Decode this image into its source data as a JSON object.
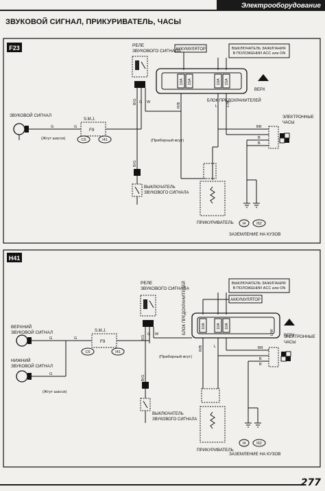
{
  "header": {
    "section_tab": "Электрооборудование",
    "title": "ЗВУКОВОЙ СИГНАЛ, ПРИКУРИВАТЕЛЬ, ЧАСЫ",
    "page_number": "277"
  },
  "diagram_f23": {
    "model_badge": "F23",
    "relay_label": "РЕЛЕ\nЗВУКОВОГО СИГНАЛА",
    "battery_label": "АККУМУЛЯТОР",
    "ignition_label": "ВЫКЛЮЧАТЕЛЬ ЗАЖИГАНИЯ\nВ ПОЛОЖЕНИИ ACC или ON",
    "fuse_box_label": "БЛОК ПРЕДОХРАНИТЕЛЕЙ",
    "fuse_labels": [
      "10A",
      "15A",
      "10A",
      "15A"
    ],
    "up_label": "ВЕРХ",
    "horn_label": "ЗВУКОВОЙ СИГНАЛ",
    "chassis_harness": "(Жгут шасси)",
    "smj_label": "S.M.J.",
    "fuse_f9": "F9",
    "connector_c6": "C6",
    "connector_i41": "I41",
    "dash_harness": "(Приборный жгут)",
    "horn_switch_label": "ВЫКЛЮЧАТЕЛЬ\nЗВУКОВОГО СИГНАЛА",
    "lighter_label": "ПРИКУРИВАТЕЛЬ",
    "clock_label": "ЭЛЕКТРОННЫЕ\nЧАСЫ",
    "ground_label": "ЗАЗЕМЛЕНИЕ НА КУЗОВ",
    "connector_i4": "I4",
    "connector_i62": "I62",
    "wire_codes": {
      "relay_side": [
        "B/G",
        "G",
        "W"
      ],
      "fuse_bottom": [
        "R/B",
        "L",
        "L/W"
      ],
      "clock_side": [
        "BR",
        "B",
        "B"
      ],
      "horn_line": [
        "G",
        "G"
      ],
      "switch_line": [
        "B/G",
        "B"
      ],
      "lighter_line": [
        "R/B",
        "L"
      ]
    }
  },
  "diagram_h41": {
    "model_badge": "H41",
    "relay_label": "РЕЛЕ\nЗВУКОВОГО СИГНАЛА",
    "ignition_label": "ВЫКЛЮЧАТЕЛЬ ЗАЖИГАНИЯ\nВ ПОЛОЖЕНИИ ACC или ON",
    "battery_label": "АККУМУЛЯТОР",
    "fuse_box_label": "БЛОК ПРЕДОХРАНИТЕЛЕЙ",
    "fuse_labels": [
      "10A",
      "10A",
      "10A"
    ],
    "up_label": "ВЕРХ",
    "upper_horn_label": "ВЕРХНИЙ\nЗВУКОВОЙ СИГНАЛ",
    "lower_horn_label": "НИЖНИЙ\nЗВУКОВОЙ СИГНАЛ",
    "chassis_harness": "(Жгут шасси)",
    "smj_label": "S.M.J.",
    "fuse_f9": "F9",
    "connector_c6": "C6",
    "connector_i41": "I41",
    "dash_harness": "(Приборный жгут)",
    "horn_switch_label": "ВЫКЛЮЧАТЕЛЬ\nЗВУКОВОГО СИГНАЛА",
    "lighter_label": "ПРИКУРИВАТЕЛЬ",
    "clock_label": "ЭЛЕКТРОННЫЕ\nЧАСЫ",
    "ground_label": "ЗАЗЕМЛЕНИЕ НА КУЗОВ",
    "connector_i4": "I4",
    "connector_i62": "I62",
    "wire_codes": {
      "relay_side": [
        "B/G",
        "G",
        "W"
      ],
      "fuse_bottom": [
        "R/B",
        "L",
        "L/W"
      ],
      "clock_side": [
        "BR",
        "B",
        "B"
      ],
      "horn_line": [
        "G",
        "G",
        "G"
      ],
      "switch_line": [
        "B/G",
        "B"
      ],
      "lighter_line": [
        "R/B",
        "L"
      ]
    }
  }
}
